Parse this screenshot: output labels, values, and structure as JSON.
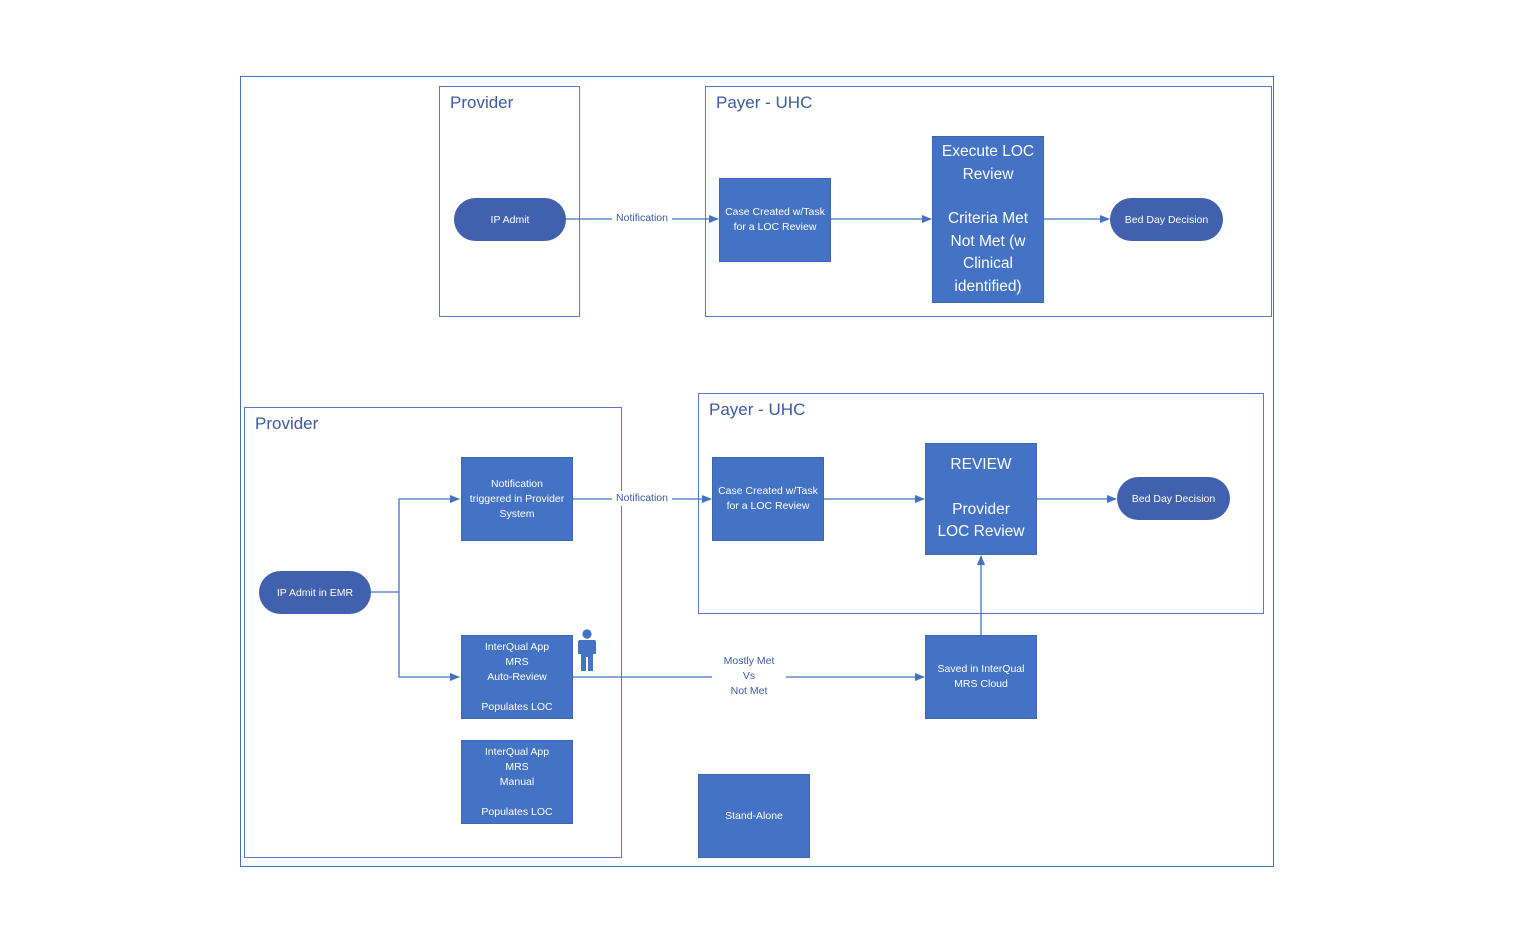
{
  "colors": {
    "box_fill": "#4472c4",
    "pill_fill": "#4160ad",
    "line": "#4472c4",
    "lane_border": "#5a78c4",
    "lane_title": "#3c5aa0"
  },
  "top_flow": {
    "provider_lane_title": "Provider",
    "payer_lane_title": "Payer - UHC",
    "ip_admit": "IP Admit",
    "notification_label": "Notification",
    "case_created": [
      "Case Created w/Task",
      "for a LOC Review"
    ],
    "execute_review": [
      "Execute LOC",
      "Review",
      "",
      "Criteria Met",
      "Not Met (w",
      "Clinical",
      "identified)"
    ],
    "bed_day_decision": "Bed Day Decision"
  },
  "bottom_flow": {
    "provider_lane_title": "Provider",
    "payer_lane_title": "Payer - UHC",
    "ip_admit_emr": "IP Admit in EMR",
    "notification_triggered": [
      "Notification",
      "triggered in Provider",
      "System"
    ],
    "notification_label": "Notification",
    "case_created": [
      "Case Created w/Task",
      "for a LOC Review"
    ],
    "review": [
      "REVIEW",
      "",
      "Provider",
      "LOC Review"
    ],
    "bed_day_decision": "Bed Day Decision",
    "interqual_auto": [
      "InterQual App",
      "MRS",
      "Auto-Review",
      "",
      "Populates LOC"
    ],
    "interqual_manual": [
      "InterQual App",
      "MRS",
      "Manual",
      "",
      "Populates LOC"
    ],
    "person_icon": "person-icon",
    "mostly_met_label": [
      "Mostly Met",
      "Vs",
      "Not Met"
    ],
    "saved_interqual": [
      "Saved in InterQual",
      "MRS Cloud"
    ],
    "stand_alone": "Stand-Alone"
  }
}
